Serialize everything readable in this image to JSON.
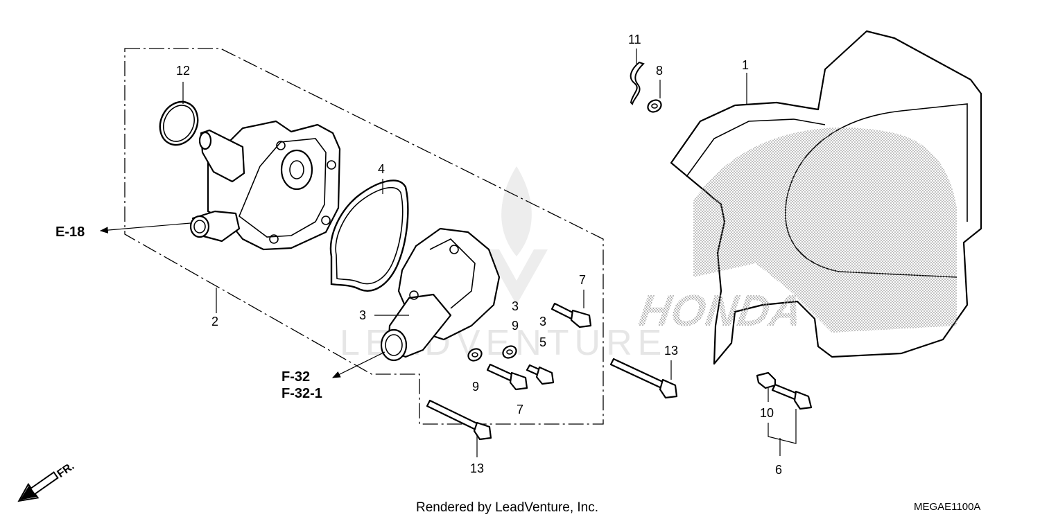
{
  "callouts": {
    "c1": "1",
    "c2": "2",
    "c3a": "3",
    "c3b": "3",
    "c3c": "3",
    "c4": "4",
    "c5": "5",
    "c6": "6",
    "c7a": "7",
    "c7b": "7",
    "c8": "8",
    "c9a": "9",
    "c9b": "9",
    "c10": "10",
    "c11": "11",
    "c12": "12",
    "c13a": "13",
    "c13b": "13"
  },
  "references": {
    "e18": "E-18",
    "f32": "F-32",
    "f32_1": "F-32-1"
  },
  "watermark": "LEADVENTURE",
  "cover_logo": "HONDA",
  "footer": {
    "rendered_by": "Rendered by LeadVenture, Inc.",
    "diagram_code": "MEGAE1100A"
  },
  "front_indicator": "FR.",
  "colors": {
    "line": "#000000",
    "background": "#ffffff",
    "watermark": "#e6e6e6",
    "halftone": "#8c8c8c"
  }
}
